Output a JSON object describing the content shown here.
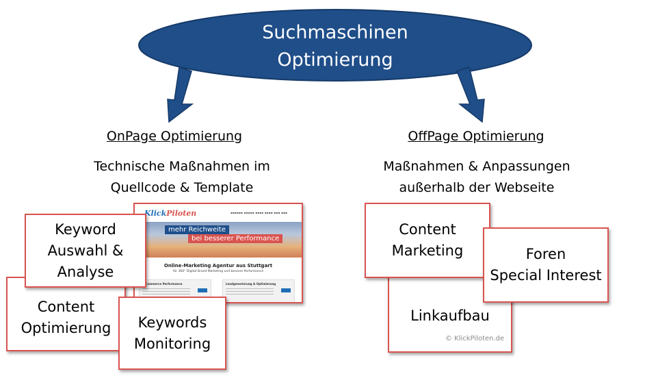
{
  "title_lines": [
    "Suchmaschinen",
    "Optimierung"
  ],
  "colors": {
    "ellipse": "#1f4e89",
    "arrow": "#1f4e89",
    "box_border": "#d9534f"
  },
  "onpage": {
    "heading": "OnPage Optimierung",
    "desc_lines": [
      "Technische Maßnahmen im",
      "Quellcode & Template"
    ],
    "boxes": [
      {
        "id": "keyword",
        "text": "Keyword\nAuswahl &\nAnalyse"
      },
      {
        "id": "content",
        "text": "Content\nOptimierung"
      },
      {
        "id": "monitoring",
        "text": "Keywords\nMonitoring"
      }
    ],
    "thumbnail": {
      "logo_a": "Klick",
      "logo_b": "Piloten",
      "badge1": "mehr Reichweite",
      "badge2": "bei besserer Performance",
      "title": "Online-Marketing Agentur aus Stuttgart",
      "subtitle": "für 360° Digital Brand Marketing und bessere Performance",
      "card1": "E-Commerce Performance",
      "card2": "Leadgenerierung & Optimierung"
    }
  },
  "offpage": {
    "heading": "OffPage Optimierung",
    "desc_lines": [
      "Maßnahmen & Anpassungen",
      "außerhalb der Webseite"
    ],
    "boxes": [
      {
        "id": "content-marketing",
        "text": "Content\nMarketing"
      },
      {
        "id": "foren",
        "text": "Foren\nSpecial Interest"
      },
      {
        "id": "linkaufbau",
        "text": "Linkaufbau"
      }
    ]
  },
  "copyright": "© KlickPiloten.de"
}
